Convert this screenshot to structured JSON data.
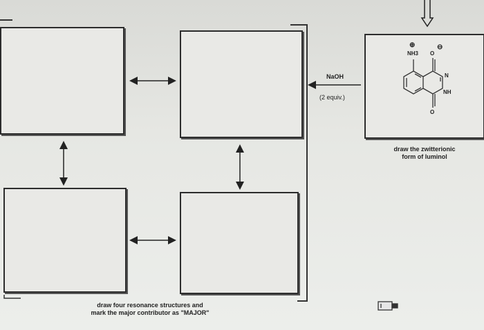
{
  "reagent": {
    "name": "NaOH",
    "equiv": "(2 equiv.)"
  },
  "luminol_caption": [
    "draw the zwitterionic",
    "form of luminol"
  ],
  "resonance_caption": [
    "draw four resonance structures and",
    "mark the major contributor as \"MAJOR\""
  ],
  "molecule_labels": {
    "nh3": "NH3",
    "n": "N",
    "nh": "NH",
    "o_minus": "O",
    "o": "O",
    "plus": "⊕",
    "minus": "⊖"
  }
}
